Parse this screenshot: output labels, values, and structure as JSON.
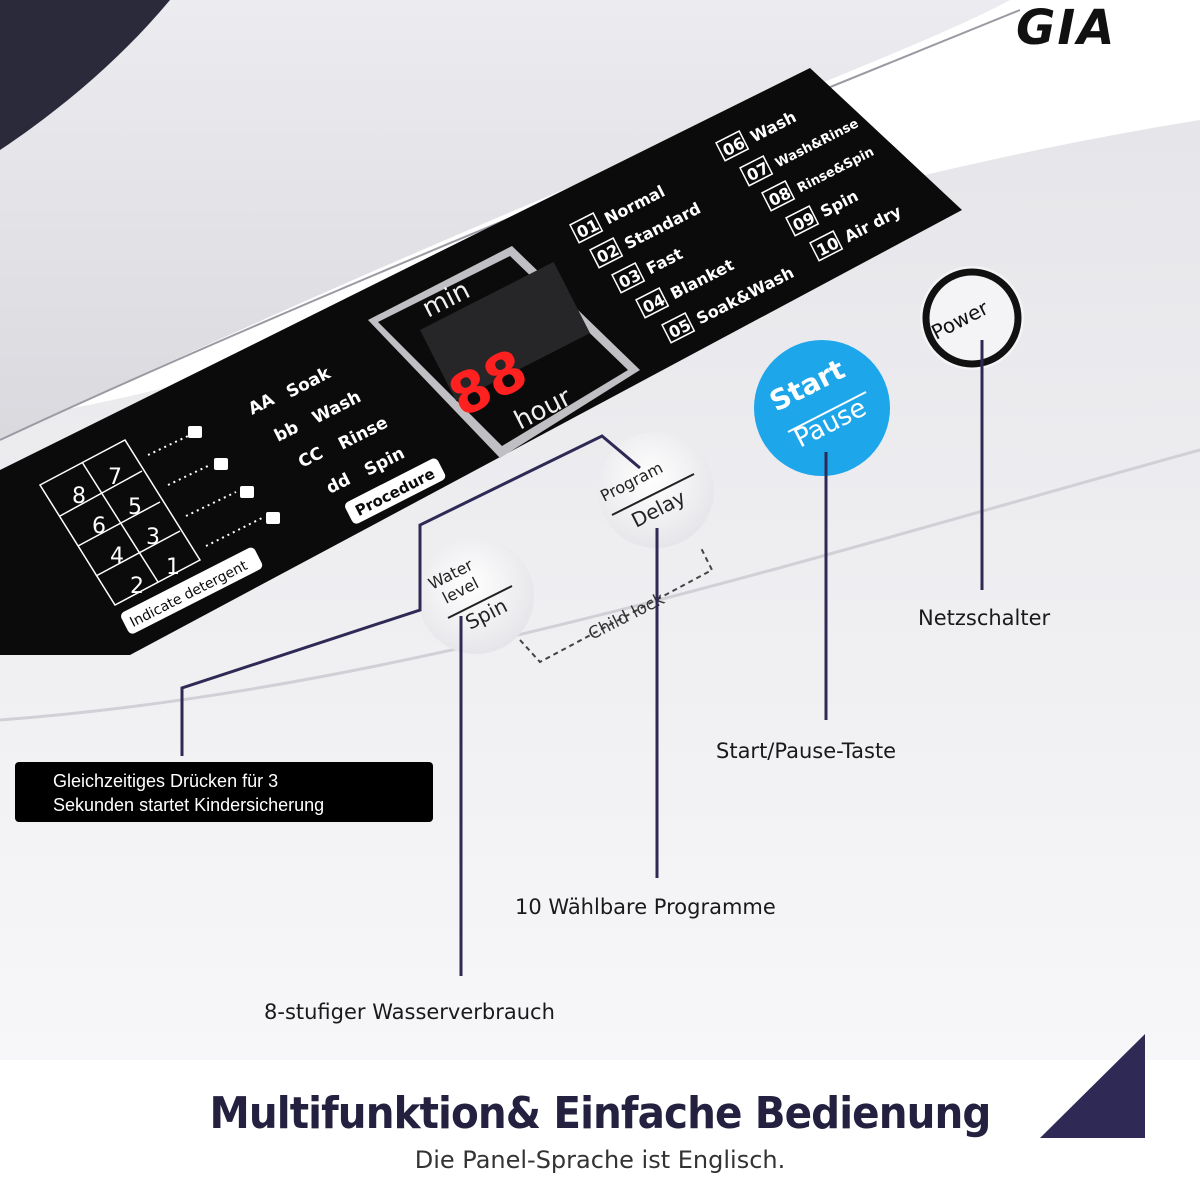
{
  "brand": "GIA",
  "panel": {
    "display": {
      "top_label": "min",
      "digits": "88",
      "bottom_label": "hour"
    },
    "programs": [
      {
        "num": "01",
        "label": "Normal"
      },
      {
        "num": "02",
        "label": "Standard"
      },
      {
        "num": "03",
        "label": "Fast"
      },
      {
        "num": "04",
        "label": "Blanket"
      },
      {
        "num": "05",
        "label": "Soak&Wash"
      },
      {
        "num": "06",
        "label": "Wash"
      },
      {
        "num": "07",
        "label": "Wash&Rinse"
      },
      {
        "num": "08",
        "label": "Rinse&Spin"
      },
      {
        "num": "09",
        "label": "Spin"
      },
      {
        "num": "10",
        "label": "Air dry"
      }
    ],
    "procedure": {
      "items": [
        {
          "code": "AA",
          "label": "Soak"
        },
        {
          "code": "bb",
          "label": "Wash"
        },
        {
          "code": "CC",
          "label": "Rinse"
        },
        {
          "code": "dd",
          "label": "Spin"
        }
      ],
      "title": "Procedure"
    },
    "detergent": {
      "levels": [
        [
          "8",
          "7"
        ],
        [
          "6",
          "5"
        ],
        [
          "4",
          "3"
        ],
        [
          "2",
          "1"
        ]
      ],
      "title": "Indicate detergent"
    },
    "buttons": {
      "start_top": "Start",
      "start_bottom": "Pause",
      "power": "Power",
      "program_top": "Program",
      "program_bottom": "Delay",
      "water_top_line1": "Water",
      "water_top_line2": "level",
      "water_bottom": "Spin"
    },
    "child_lock": "Child lock"
  },
  "callouts": {
    "power": "Netzschalter",
    "start_pause": "Start/Pause-Taste",
    "program": "10 Wählbare Programme",
    "water": "8-stufiger Wasserverbrauch",
    "child_lock_line1": "Gleichzeitiges Drücken für 3",
    "child_lock_line2": "Sekunden startet Kindersicherung"
  },
  "headline": "Multifunktion& Einfache Bedienung",
  "subline": "Die Panel-Sprache ist Englisch.",
  "colors": {
    "panel": "#0b0b0b",
    "start_button": "#1ea6ea",
    "display_digits": "#ff2020",
    "leader_lines": "#2e2a55",
    "accent_triangle": "#2e2a55"
  }
}
